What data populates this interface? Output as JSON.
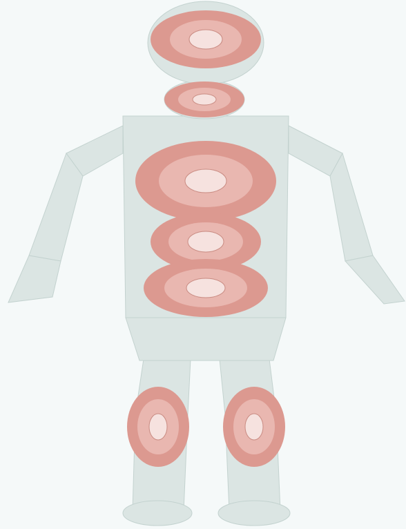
{
  "colors": {
    "background": "#f5f9f9",
    "body_fill": "#dbe5e3",
    "body_stroke": "#c3d2cf",
    "zone_outer": "#dc9990",
    "zone_middle": "#e9b7b0",
    "zone_inner": "#f6e2df",
    "zone_stroke": "#c98b82"
  },
  "figure": {
    "parts": [
      "head",
      "neck",
      "torso",
      "pelvis",
      "left-arm",
      "right-arm",
      "left-leg",
      "right-leg",
      "left-foot",
      "right-foot"
    ],
    "zones": [
      {
        "name": "head-zone",
        "rings": 3
      },
      {
        "name": "throat-zone",
        "rings": 3
      },
      {
        "name": "chest-zone",
        "rings": 3
      },
      {
        "name": "abdomen-zone",
        "rings": 3
      },
      {
        "name": "lower-abdomen-zone",
        "rings": 3
      },
      {
        "name": "left-knee-zone",
        "rings": 3
      },
      {
        "name": "right-knee-zone",
        "rings": 3
      }
    ]
  }
}
